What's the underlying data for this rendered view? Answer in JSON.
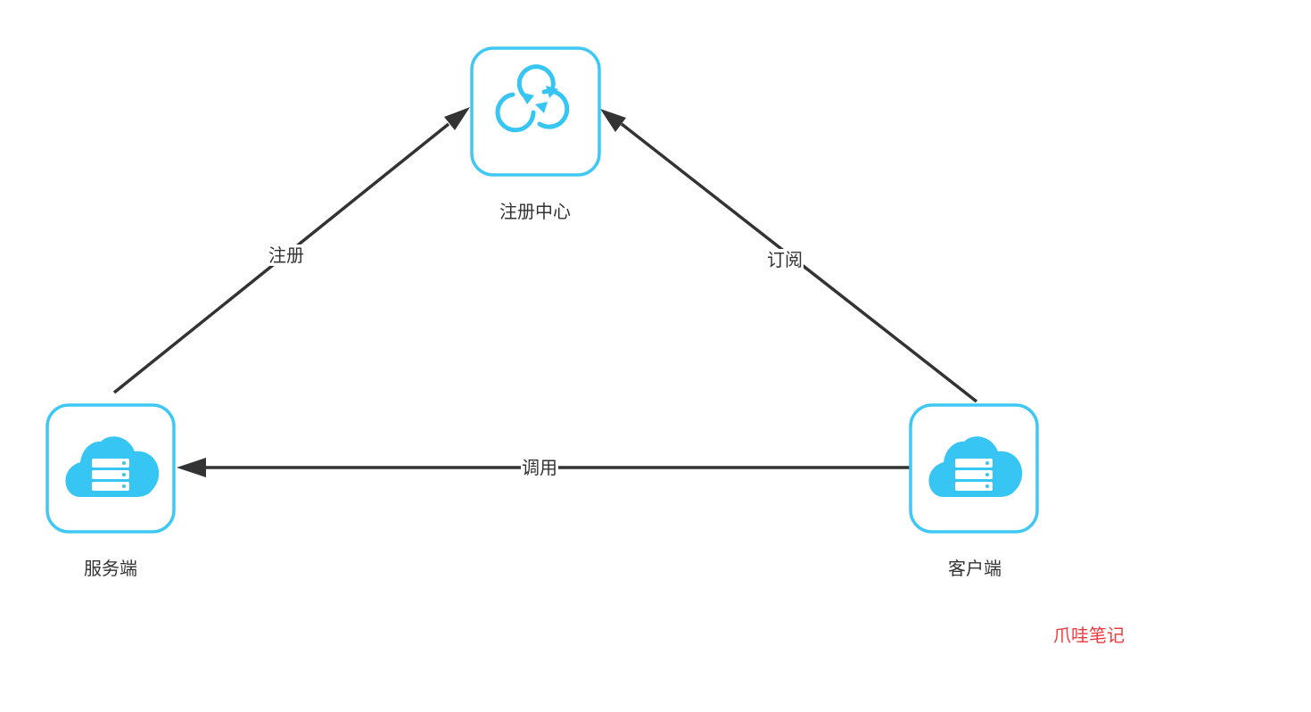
{
  "colors": {
    "node_border": "#3fc8f5",
    "node_icon": "#37c6f4",
    "edge": "#333333",
    "label_text": "#333333",
    "watermark": "#f0393c"
  },
  "nodes": {
    "registry": {
      "label": "注册中心",
      "icon": "refresh-cycle-icon"
    },
    "server": {
      "label": "服务端",
      "icon": "cloud-server-icon"
    },
    "client": {
      "label": "客户端",
      "icon": "cloud-server-icon"
    }
  },
  "edges": [
    {
      "from": "server",
      "to": "registry",
      "label": "注册"
    },
    {
      "from": "client",
      "to": "registry",
      "label": "订阅"
    },
    {
      "from": "client",
      "to": "server",
      "label": "调用"
    }
  ],
  "watermark": "爪哇笔记"
}
